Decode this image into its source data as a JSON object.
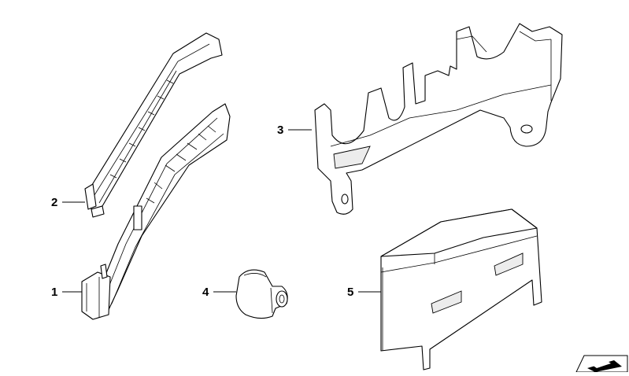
{
  "callouts": [
    {
      "id": "1",
      "label": "1"
    },
    {
      "id": "2",
      "label": "2"
    },
    {
      "id": "3",
      "label": "3"
    },
    {
      "id": "4",
      "label": "4"
    },
    {
      "id": "5",
      "label": "5"
    }
  ],
  "icons": {
    "corner": "image-code-icon"
  }
}
